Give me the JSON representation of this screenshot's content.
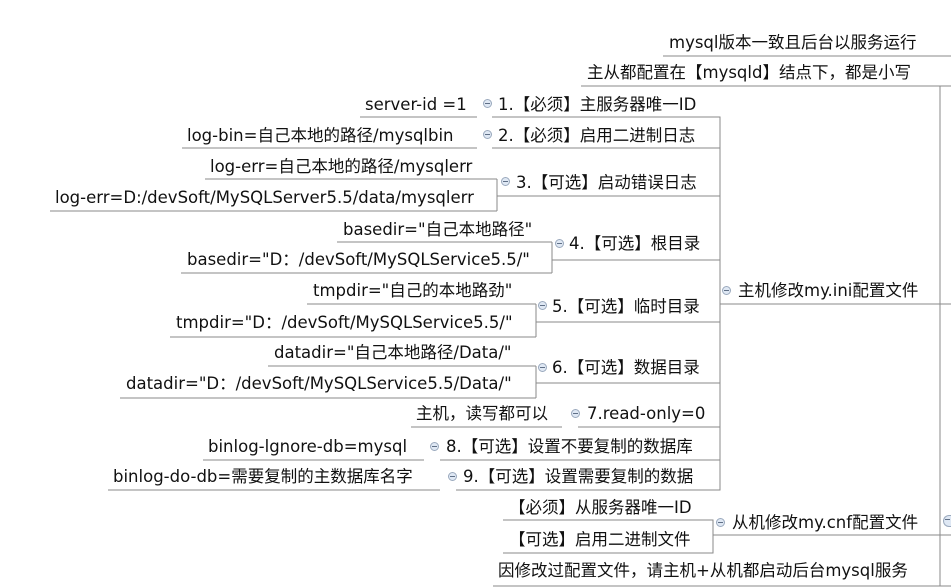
{
  "nodes": {
    "mysql_version": "mysql版本一致且后台以服务运行",
    "config_section": "主从都配置在【mysqld】结点下，都是小写",
    "master_ini": "主机修改my.ini配置文件",
    "server_id_item": "1.【必须】主服务器唯一ID",
    "server_id_value": "server-id =1",
    "log_bin_item": "2.【必须】启用二进制日志",
    "log_bin_value": "log-bin=自己本地的路径/mysqlbin",
    "log_err_item": "3.【可选】启动错误日志",
    "log_err_value": "log-err=自己本地的路径/mysqlerr",
    "log_err_example": "log-err=D:/devSoft/MySQLServer5.5/data/mysqlerr",
    "basedir_item": "4.【可选】根目录",
    "basedir_value": "basedir=\"自己本地路径\"",
    "basedir_example": "basedir=\"D：/devSoft/MySQLService5.5/\"",
    "tmpdir_item": "5.【可选】临时目录",
    "tmpdir_value": "tmpdir=\"自己的本地路劲\"",
    "tmpdir_example": "tmpdir=\"D：/devSoft/MySQLService5.5/\"",
    "datadir_item": "6.【可选】数据目录",
    "datadir_value": "datadir=\"自己本地路径/Data/\"",
    "datadir_example": "datadir=\"D：/devSoft/MySQLService5.5/Data/\"",
    "read_only_item": "7.read-only=0",
    "read_only_value": "主机，读写都可以",
    "binlog_ignore_item": "8.【可选】设置不要复制的数据库",
    "binlog_ignore_value": "binlog-lgnore-db=mysql",
    "binlog_do_item": "9.【可选】设置需要复制的数据",
    "binlog_do_value": "binlog-do-db=需要复制的主数据库名字",
    "slave_cnf": "从机修改my.cnf配置文件",
    "slave_server_id": "【必须】从服务器唯一ID",
    "slave_log_bin": "【可选】启用二进制文件",
    "restart_note": "因修改过配置文件，请主机+从机都启动后台mysql服务"
  },
  "colors": {
    "line": "#8a8a8a",
    "text": "#111111",
    "collapse_fill": "#dfe8f4",
    "collapse_border": "#9aa9bd"
  },
  "icons": {
    "collapse": "collapse-minus-icon"
  }
}
